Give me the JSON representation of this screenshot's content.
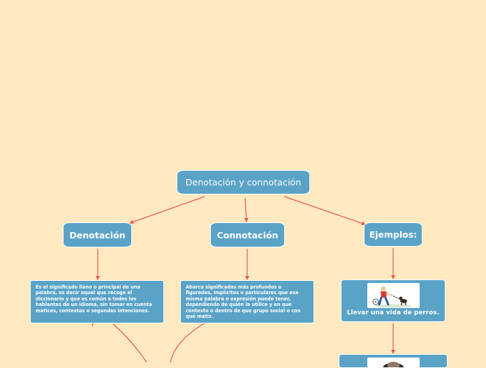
{
  "root": {
    "label": "Denotación y connotación"
  },
  "branches": {
    "denotacion": {
      "label": "Denotación",
      "description": "Es el significado llano o principal de una palabra, es decir aquel que recoge el diccionario y que es común a todos los hablantes de un idioma, sin tomar en cuenta matices, contextos o segundas intenciones."
    },
    "connotacion": {
      "label": "Connotación",
      "description": "Abarca significados más profundos o figurados, implícitos o particulares que esa misma palabra o expresión puede tener, dependiendo de quién la utilice y en que contexto o dentro de que grupo social o con qué matiz."
    },
    "ejemplos": {
      "label": "Ejemplos:",
      "items": [
        {
          "label": "Llevar una vida de perros.",
          "image_icon": "man-walking-dog-illustration"
        },
        {
          "label": "",
          "image_icon": "person-photo"
        }
      ]
    }
  },
  "colors": {
    "background": "#ffe9c0",
    "node_fill": "#5aa3c7",
    "node_border": "#ffffff",
    "connector": "#e8584f"
  }
}
